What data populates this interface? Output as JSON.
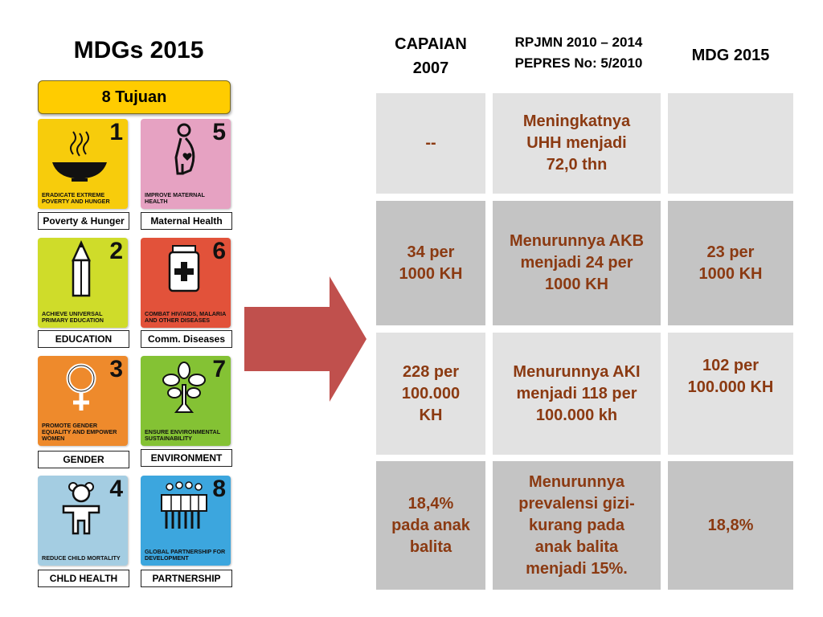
{
  "left": {
    "title": "MDGs 2015",
    "banner": "8 Tujuan",
    "goals": [
      {
        "num": "1",
        "caption": "ERADICATE EXTREME POVERTY AND HUNGER",
        "label": "Poverty & Hunger",
        "color": "#f7cc0c",
        "icon": "bowl-icon"
      },
      {
        "num": "5",
        "caption": "IMPROVE MATERNAL HEALTH",
        "label": "Maternal Health",
        "color": "#e6a2c2",
        "icon": "pregnant-woman-icon"
      },
      {
        "num": "2",
        "caption": "ACHIEVE UNIVERSAL PRIMARY EDUCATION",
        "label": "EDUCATION",
        "color": "#cfdc2a",
        "icon": "pencil-icon"
      },
      {
        "num": "6",
        "caption": "COMBAT HIV/AIDS, MALARIA AND OTHER DISEASES",
        "label": "Comm. Diseases",
        "color": "#e2523a",
        "icon": "medicine-jar-icon"
      },
      {
        "num": "3",
        "caption": "PROMOTE GENDER EQUALITY AND EMPOWER WOMEN",
        "label": "GENDER",
        "color": "#ee8a2c",
        "icon": "female-symbol-icon"
      },
      {
        "num": "7",
        "caption": "ENSURE ENVIRONMENTAL SUSTAINABILITY",
        "label": "ENVIRONMENT",
        "color": "#84c234",
        "icon": "tree-icon"
      },
      {
        "num": "4",
        "caption": "REDUCE CHILD MORTALITY",
        "label": "CHLD HEALTH",
        "color": "#a4cde2",
        "icon": "teddy-bear-icon"
      },
      {
        "num": "8",
        "caption": "GLOBAL PARTNERSHIP FOR DEVELOPMENT",
        "label": "PARTNERSHIP",
        "color": "#3ca6de",
        "icon": "people-group-icon"
      }
    ]
  },
  "arrow": {
    "color": "#c0504d",
    "icon": "right-arrow-icon"
  },
  "table": {
    "headers": {
      "col1": [
        "CAPAIAN",
        "2007"
      ],
      "col2": [
        "RPJMN 2010 – 2014",
        "PEPRES No: 5/2010"
      ],
      "col3": [
        "MDG 2015"
      ]
    },
    "rows": [
      {
        "capaian": [
          "--"
        ],
        "rpjmn": [
          "Meningkatnya",
          "UHH menjadi",
          "72,0 thn"
        ],
        "mdg": []
      },
      {
        "capaian": [
          "34 per",
          "1000 KH"
        ],
        "rpjmn": [
          "Menurunnya AKB",
          "menjadi 24 per",
          "1000 KH"
        ],
        "mdg": [
          "23 per",
          "1000 KH"
        ]
      },
      {
        "capaian": [
          "228 per",
          "100.000",
          "KH"
        ],
        "rpjmn": [
          "Menurunnya AKI",
          "menjadi 118 per",
          "100.000 kh"
        ],
        "mdg": [
          "102 per",
          "100.000 KH"
        ]
      },
      {
        "capaian": [
          "18,4%",
          "pada anak",
          "balita"
        ],
        "rpjmn": [
          "Menurunnya",
          "prevalensi gizi-",
          "kurang pada",
          "anak balita",
          "menjadi 15%."
        ],
        "mdg": [
          "18,8%"
        ]
      }
    ],
    "text_color": "#8b3a12",
    "cell_light": "#e2e2e2",
    "cell_dark": "#c4c4c4"
  }
}
